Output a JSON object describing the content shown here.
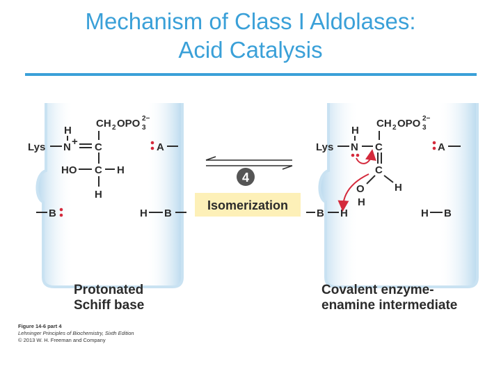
{
  "slide": {
    "title_line1": "Mechanism of Class I Aldolases:",
    "title_line2": "Acid Catalysis"
  },
  "left_structure": {
    "group_ch2opo3": "CH",
    "sub_2": "2",
    "opo": "OPO",
    "sub_3": "3",
    "charge_2minus": "2−",
    "h_top": "H",
    "lys": "Lys",
    "n": "N",
    "plus": "+",
    "c1": "C",
    "ho": "HO",
    "c2": "C",
    "h_right": "H",
    "h_bottom": "H",
    "a_group": "A",
    "b_left": "B",
    "hb_right_h": "H",
    "hb_right_b": "B",
    "caption_line1": "Protonated",
    "caption_line2": "Schiff base"
  },
  "right_structure": {
    "group_ch2opo3": "CH",
    "sub_2": "2",
    "opo": "OPO",
    "sub_3": "3",
    "charge_2minus": "2−",
    "h_top": "H",
    "lys": "Lys",
    "n": "N",
    "c1": "C",
    "c2": "C",
    "o": "O",
    "h_under_o": "H",
    "h_c2": "H",
    "a_group": "A",
    "b_left": "B",
    "h_left": "H",
    "hb_right_h": "H",
    "hb_right_b": "B",
    "caption_line1": "Covalent enzyme-",
    "caption_line2": "enamine intermediate"
  },
  "reaction": {
    "step_number": "4",
    "step_label": "Isomerization",
    "label_bg": "#fdf0b8",
    "step_circle_color": "#555555"
  },
  "colors": {
    "title": "#3aa0d8",
    "lone_pair": "#d42a3c",
    "mechanism_arrow": "#d42a3c",
    "enzyme_pocket": "#c9e2f2"
  },
  "credit": {
    "figure": "Figure 14-6 part 4",
    "book": "Lehninger Principles of Biochemistry, Sixth Edition",
    "copyright": "© 2013 W. H. Freeman and Company"
  }
}
